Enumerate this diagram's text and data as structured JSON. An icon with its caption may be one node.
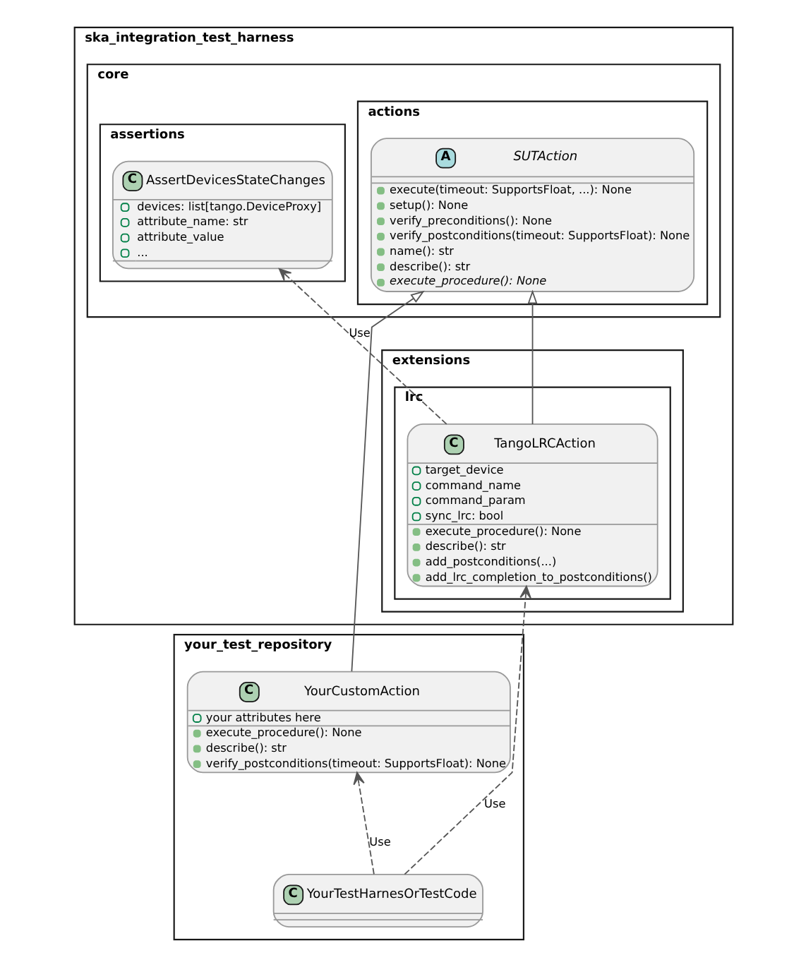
{
  "diagram": {
    "nodes": [
      {
        "text": [
          "ska_integration_test_harness"
        ]
      },
      {
        "text": [
          "core"
        ],
        "in": 0
      },
      {
        "text": [
          "assertions"
        ],
        "in": 1
      },
      {
        "text": [
          "C",
          "AssertDevicesStateChanges",
          "devices: list[tango.DeviceProxy]",
          "attribute_name: str",
          "attribute_value",
          "..."
        ],
        "in": 2
      },
      {
        "text": [
          "actions"
        ],
        "in": 1
      },
      {
        "text": [
          "A",
          "SUTAction",
          "execute(timeout: SupportsFloat, ...): None",
          "setup(): None",
          "verify_preconditions(): None",
          "verify_postconditions(timeout: SupportsFloat): None",
          "name(): str",
          "describe(): str",
          "execute_procedure(): None"
        ],
        "in": 4
      },
      {
        "text": [
          "extensions"
        ],
        "in": 0
      },
      {
        "text": [
          "lrc"
        ],
        "in": 6
      },
      {
        "text": [
          "C",
          "TangoLRCAction",
          "target_device",
          "command_name",
          "command_param",
          "sync_lrc: bool",
          "execute_procedure(): None",
          "describe(): str",
          "add_postconditions(...)",
          "add_lrc_completion_to_postconditions()"
        ],
        "in": 7
      },
      {
        "text": [
          "your_test_repository"
        ]
      },
      {
        "text": [
          "C",
          "YourCustomAction",
          "your attributes here",
          "execute_procedure(): None",
          "describe(): str",
          "verify_postconditions(timeout: SupportsFloat): None"
        ],
        "in": 9
      },
      {
        "text": [
          "C",
          "YourTestHarnesOrTestCode"
        ],
        "in": 9
      }
    ],
    "edges": [
      {
        "from": 8,
        "to": 5,
        "arrow": "to"
      },
      {
        "from": 10,
        "to": 5,
        "arrow": "to"
      },
      {
        "from": 8,
        "to": 3,
        "arrow": "to",
        "label": "Use",
        "style": "dashed"
      },
      {
        "from": 11,
        "to": 8,
        "arrow": "to",
        "label": "Use",
        "style": "dashed"
      },
      {
        "from": 11,
        "to": 10,
        "arrow": "to",
        "label": "Use",
        "style": "dashed"
      }
    ]
  }
}
